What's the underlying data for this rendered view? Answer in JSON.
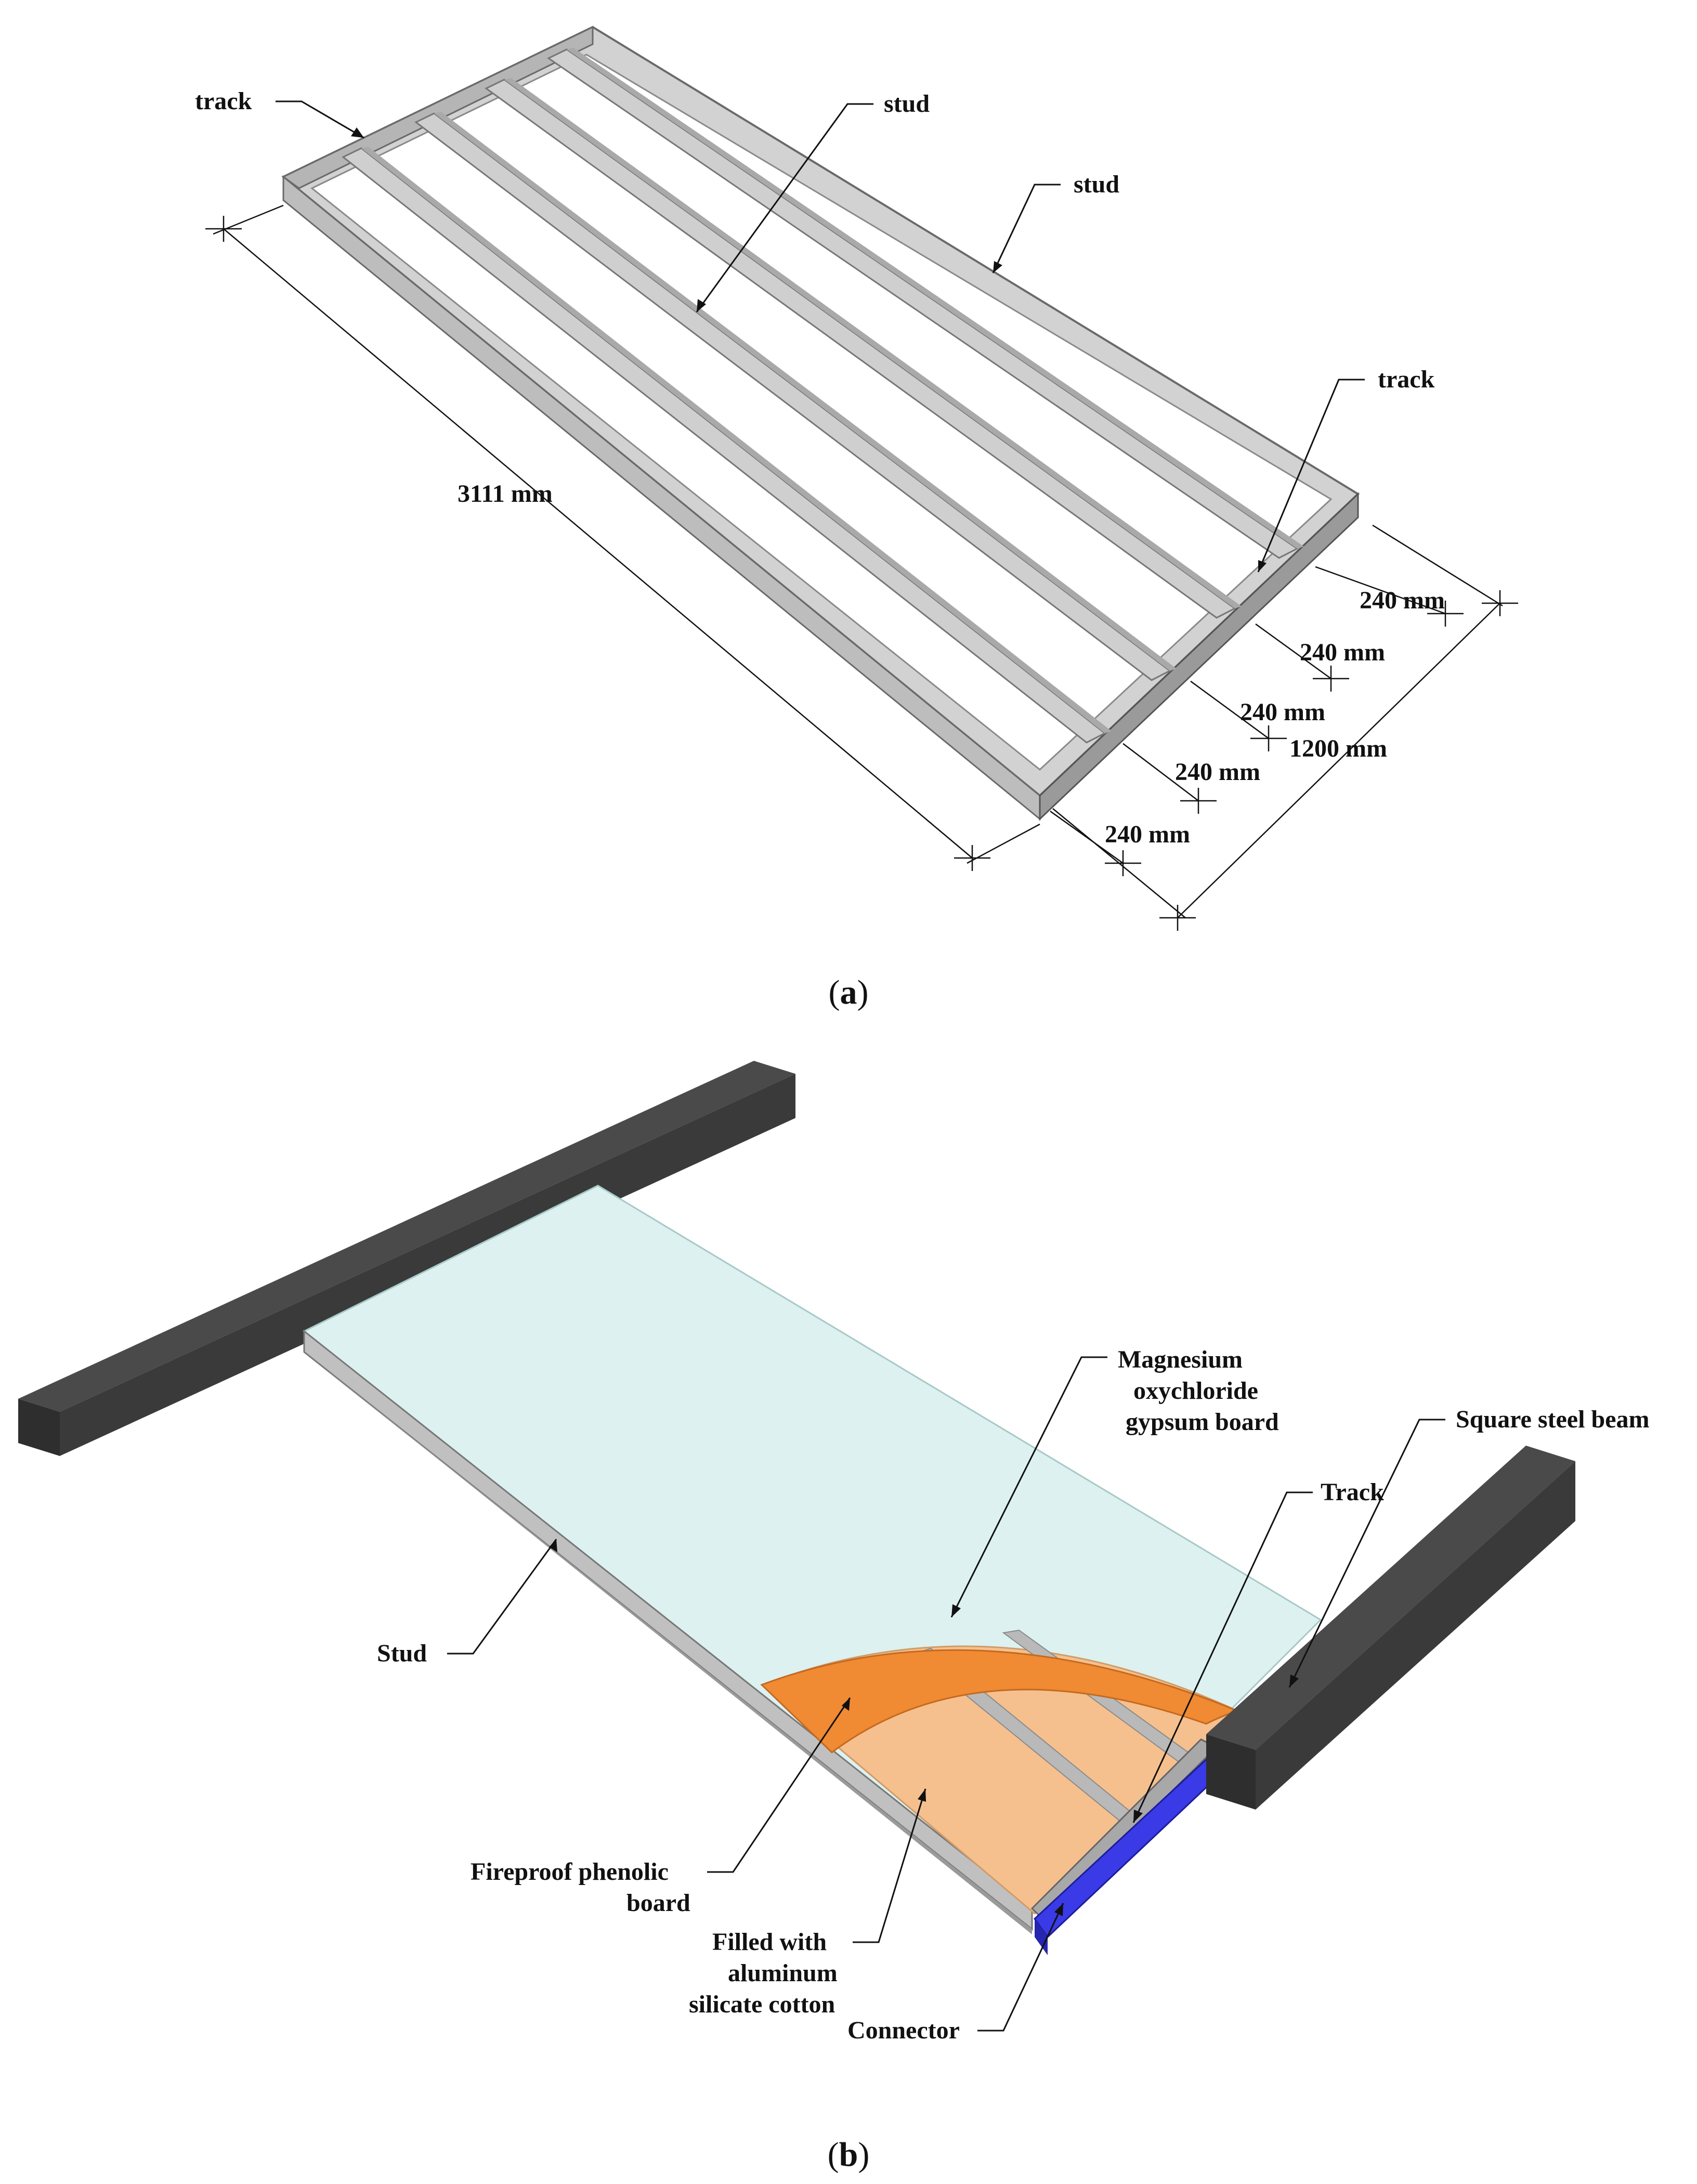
{
  "panel_a": {
    "labels": {
      "track_top": "track",
      "stud_middle": "stud",
      "stud_edge": "stud",
      "track_right": "track"
    },
    "dimensions": {
      "length": "3111 mm",
      "spacings": [
        "240 mm",
        "240 mm",
        "240 mm",
        "240 mm",
        "240 mm"
      ],
      "width": "1200 mm"
    },
    "caption": {
      "open": "(",
      "letter": "a",
      "close": ")"
    }
  },
  "panel_b": {
    "labels": {
      "board_line1": "Magnesium",
      "board_line2": "oxychloride",
      "board_line3": "gypsum board",
      "beam": "Square steel beam",
      "track": "Track",
      "stud": "Stud",
      "phenolic_line1": "Fireproof phenolic",
      "phenolic_line2": "board",
      "filled_line1": "Filled with",
      "filled_line2": "aluminum",
      "filled_line3": "silicate cotton",
      "connector": "Connector"
    },
    "caption": {
      "open": "(",
      "letter": "b",
      "close": ")"
    }
  },
  "colors": {
    "steel": "#c8c8c8",
    "steel_dark": "#8e8e8e",
    "board": "#dcf1f0",
    "phenolic": "#f08a33",
    "cotton": "#f5c08e",
    "connector": "#3a3ae6",
    "beam": "#3c3c3c"
  }
}
